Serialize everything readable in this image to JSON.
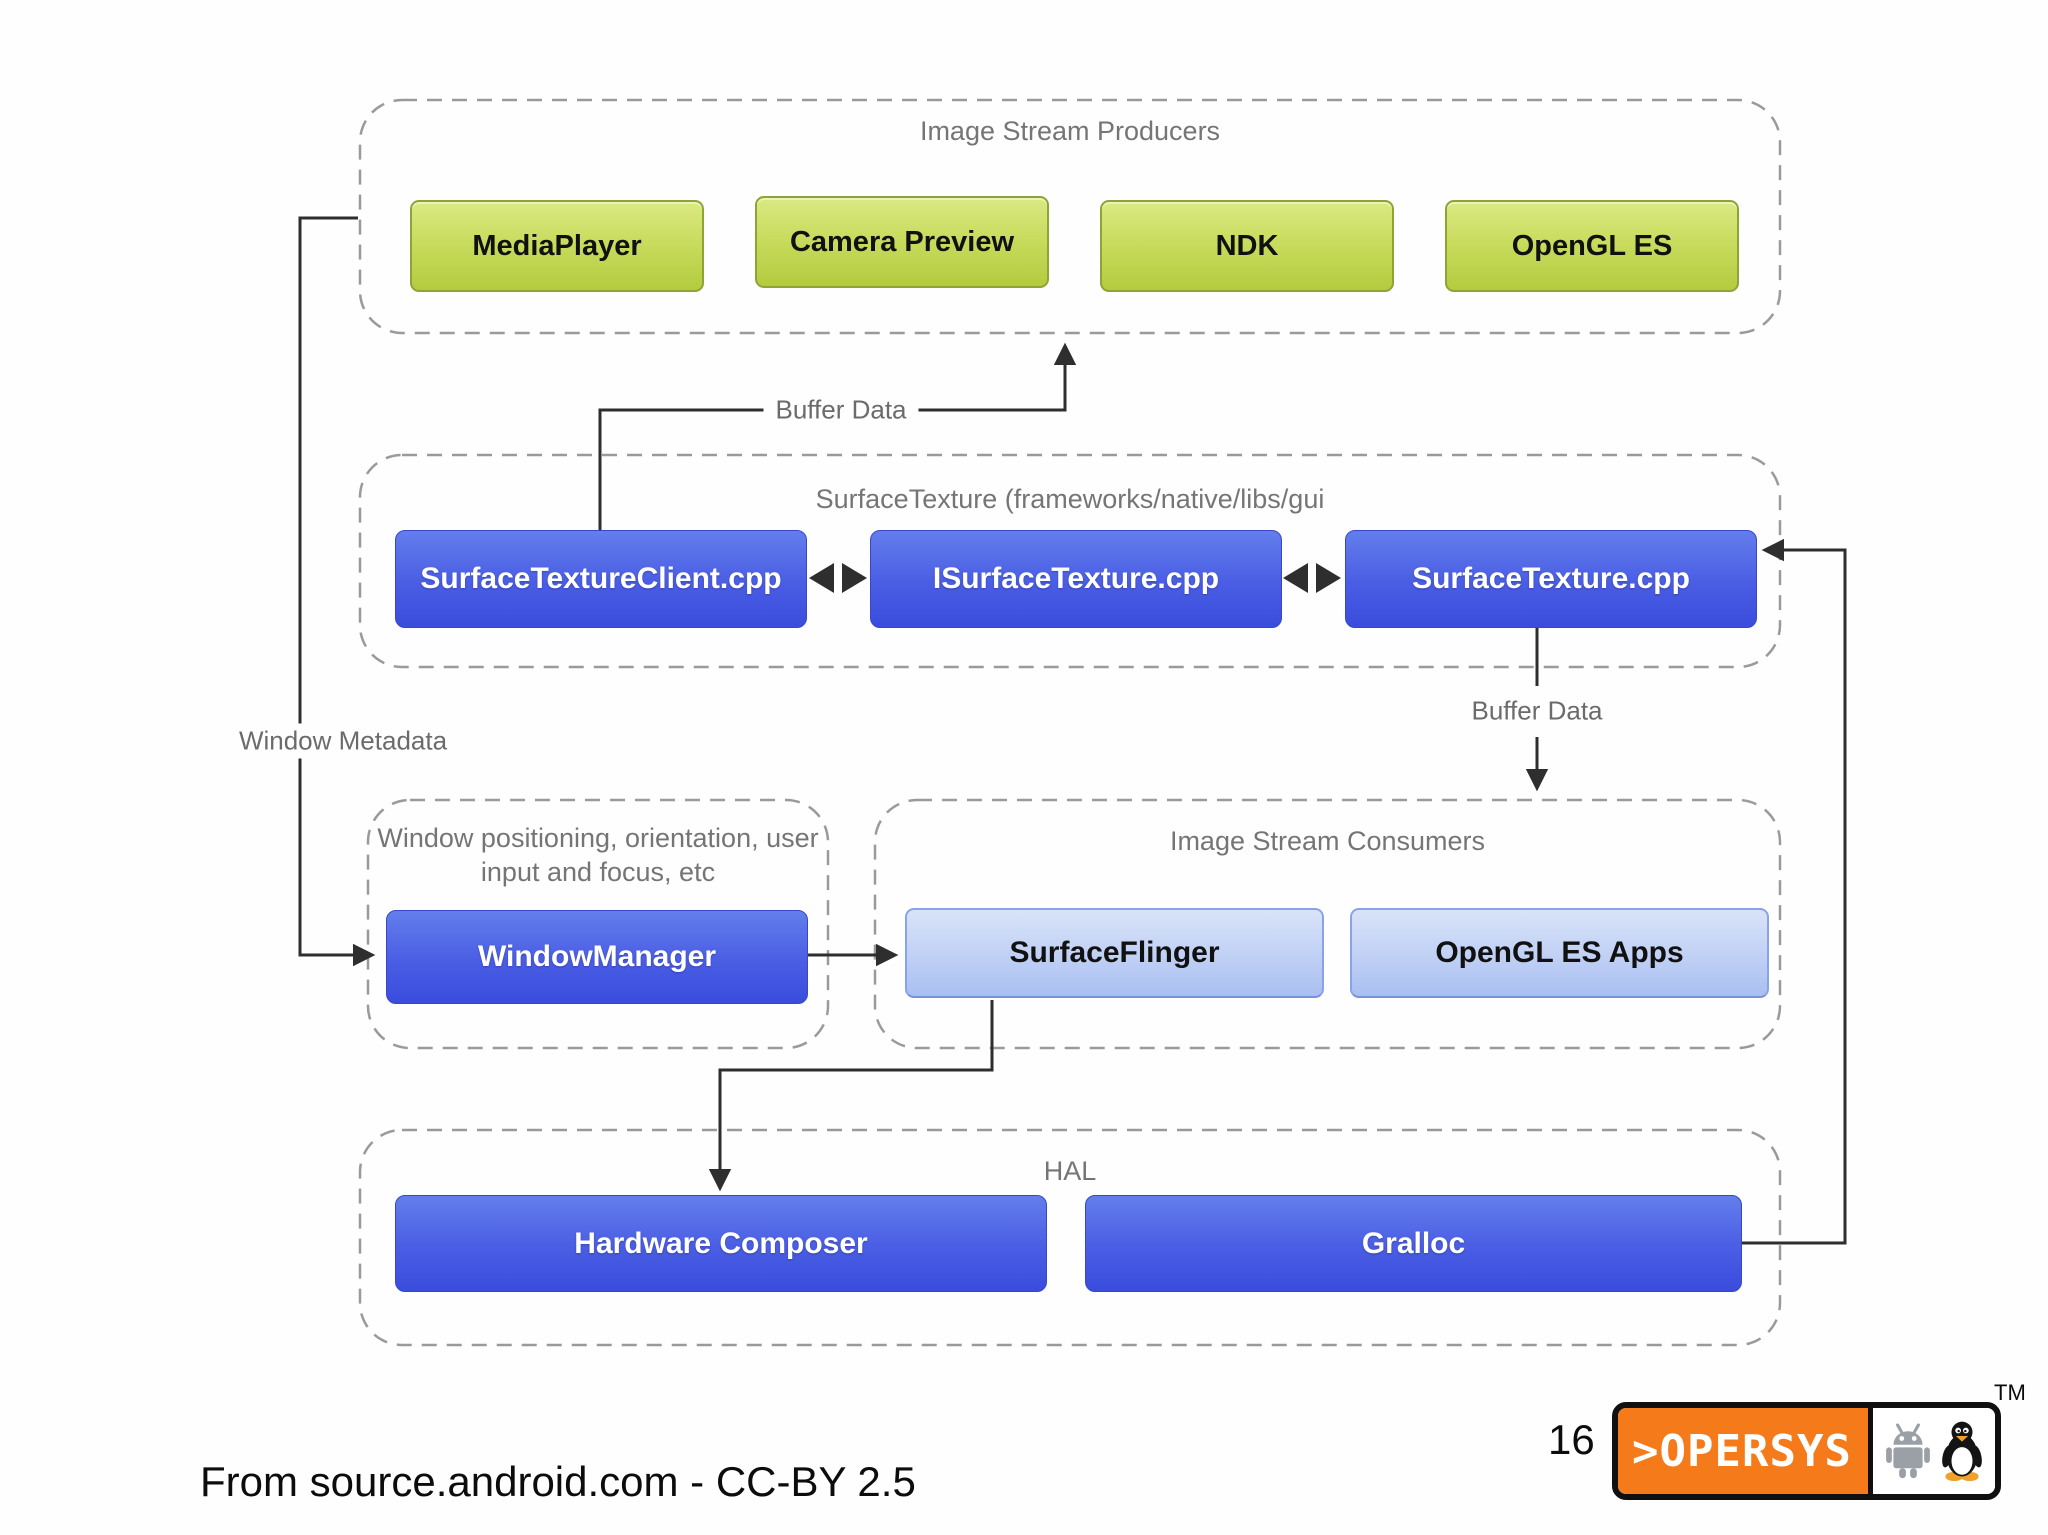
{
  "producers": {
    "label": "Image Stream Producers",
    "boxes": [
      {
        "label": "MediaPlayer"
      },
      {
        "label": "Camera Preview"
      },
      {
        "label": "NDK"
      },
      {
        "label": "OpenGL ES"
      }
    ]
  },
  "surfacetexture": {
    "label": "SurfaceTexture (frameworks/native/libs/gui",
    "boxes": [
      {
        "label": "SurfaceTextureClient.cpp"
      },
      {
        "label": "ISurfaceTexture.cpp"
      },
      {
        "label": "SurfaceTexture.cpp"
      }
    ]
  },
  "windowmanager": {
    "caption": "Window positioning, orientation, user input and focus, etc",
    "box": "WindowManager"
  },
  "consumers": {
    "label": "Image Stream Consumers",
    "boxes": [
      {
        "label": "SurfaceFlinger"
      },
      {
        "label": "OpenGL ES Apps"
      }
    ]
  },
  "hal": {
    "label": "HAL",
    "boxes": [
      {
        "label": "Hardware Composer"
      },
      {
        "label": "Gralloc"
      }
    ]
  },
  "edges": {
    "buffer_data_top": "Buffer Data",
    "buffer_data_bottom": "Buffer Data",
    "window_metadata": "Window Metadata"
  },
  "footer": {
    "caption": "From source.android.com - CC-BY 2.5",
    "page_number": "16",
    "logo_text": ">OPERSYS",
    "trademark": "TM",
    "icons": [
      "android-robot-icon",
      "tux-penguin-icon"
    ]
  },
  "colors": {
    "producer_green": "#b4cb3f",
    "core_blue": "#4354e0",
    "consumer_lightblue": "#b4c8f2",
    "dashed_border_gray": "#9a9a9a",
    "connector_dark": "#2e2e2e",
    "logo_orange": "#f57b1a"
  }
}
